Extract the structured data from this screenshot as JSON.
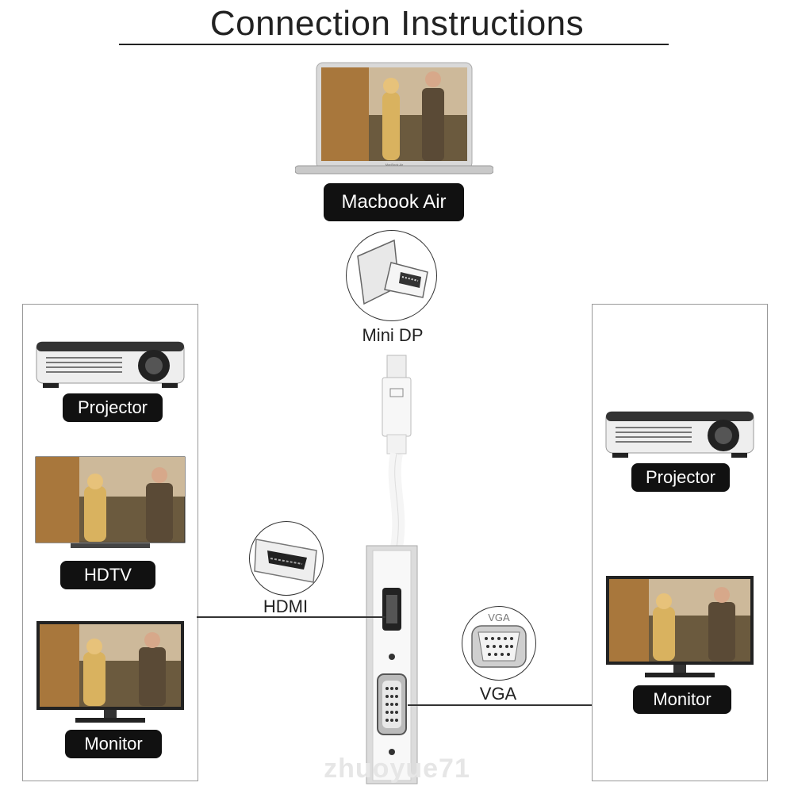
{
  "title": "Connection Instructions",
  "source": {
    "label": "Macbook Air",
    "screen_brand": "MacBook Air"
  },
  "connectors": {
    "mini_dp": "Mini DP",
    "hdmi": "HDMI",
    "vga": "VGA",
    "vga_icon_text": "VGA"
  },
  "left_panel": {
    "items": [
      {
        "label": "Projector"
      },
      {
        "label": "HDTV"
      },
      {
        "label": "Monitor"
      }
    ]
  },
  "right_panel": {
    "items": [
      {
        "label": "Projector"
      },
      {
        "label": "Monitor"
      }
    ]
  },
  "watermark": "zhuoyue71",
  "colors": {
    "label_bg": "#111111",
    "label_text": "#ffffff",
    "line": "#333333",
    "panel_border": "#999999",
    "adapter_body": "#dcdcdc"
  }
}
